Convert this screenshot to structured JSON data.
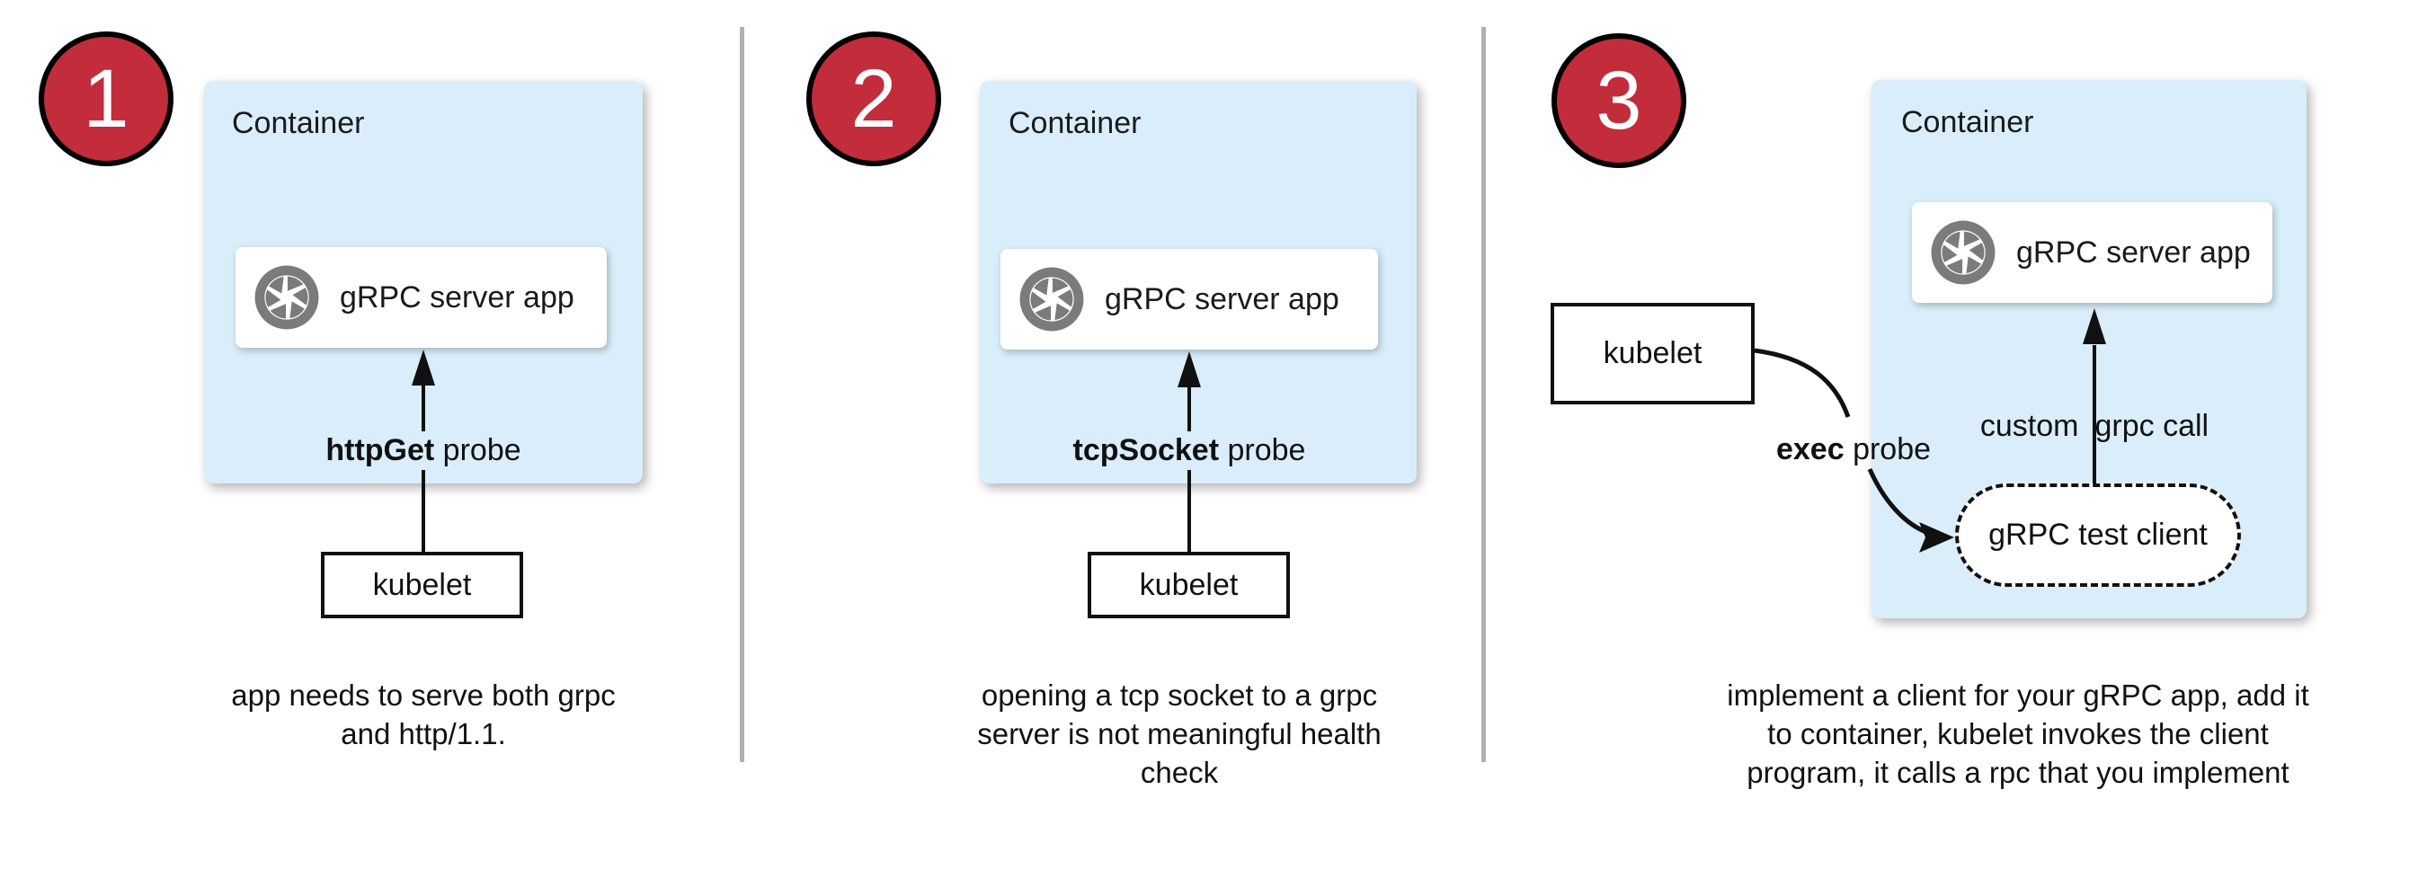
{
  "colors": {
    "accent_red": "#c22c3b",
    "container_blue": "#d9eefa",
    "icon_gray": "#7b7b7b",
    "divider_gray": "#b1b1b1",
    "line_black": "#111111"
  },
  "panels": [
    {
      "number": "1",
      "container_label": "Container",
      "app_label": "gRPC server app",
      "probe_label_bold": "httpGet",
      "probe_label_rest": " probe",
      "kubelet_label": "kubelet",
      "caption_lines": [
        "app needs to serve both grpc",
        "and http/1.1."
      ]
    },
    {
      "number": "2",
      "container_label": "Container",
      "app_label": "gRPC server app",
      "probe_label_bold": "tcpSocket",
      "probe_label_rest": " probe",
      "kubelet_label": "kubelet",
      "caption_lines": [
        "opening a tcp socket to a grpc",
        "server is not meaningful health",
        "check"
      ]
    },
    {
      "number": "3",
      "container_label": "Container",
      "app_label": "gRPC server app",
      "probe_label_bold": "exec",
      "probe_label_rest": " probe",
      "kubelet_label": "kubelet",
      "custom_call_word1": "custom",
      "custom_call_rest": "grpc call",
      "test_client_label": "gRPC test client",
      "caption_lines": [
        "implement a client for your gRPC app, add it",
        "to container, kubelet invokes the client",
        "program, it calls a rpc that you implement"
      ]
    }
  ]
}
